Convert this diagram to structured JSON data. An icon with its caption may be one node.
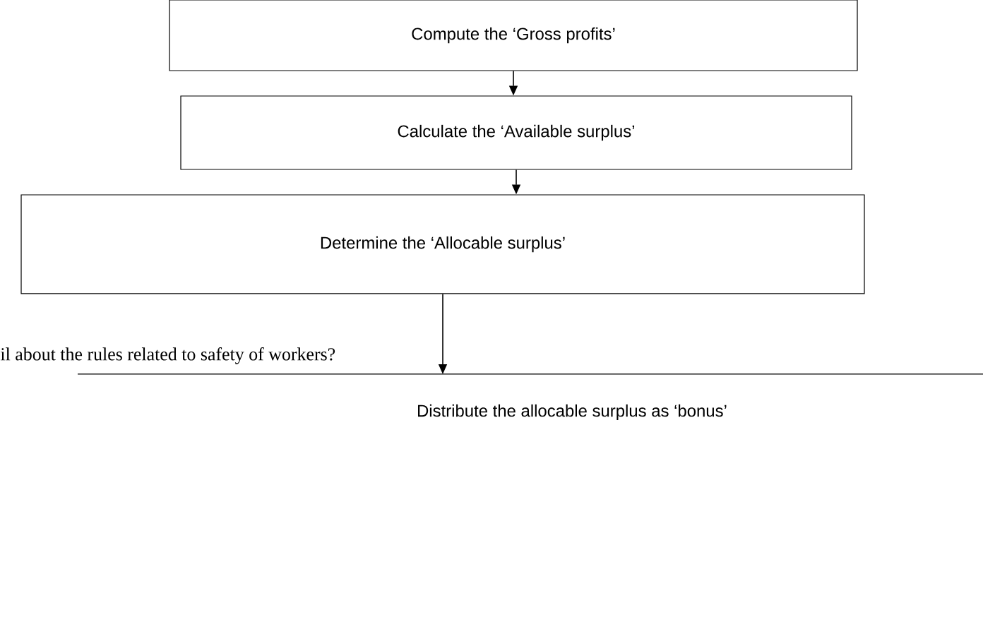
{
  "diagram": {
    "nodes": [
      {
        "text": [
          "Compute the ‘Gross profits’"
        ]
      },
      {
        "text": [
          "Calculate the ‘Available surplus’"
        ]
      },
      {
        "text": [
          "Determine the ‘Allocable surplus’"
        ]
      },
      {
        "text": [
          "Distribute the allocable surplus as ‘bonus’"
        ]
      }
    ],
    "edges": [
      {
        "from": 0,
        "to": 1,
        "arrow": "to"
      },
      {
        "from": 1,
        "to": 2,
        "arrow": "to"
      },
      {
        "from": 2,
        "to": 3,
        "arrow": "to"
      }
    ],
    "labels": [
      "il about the rules related to safety of workers?"
    ]
  }
}
